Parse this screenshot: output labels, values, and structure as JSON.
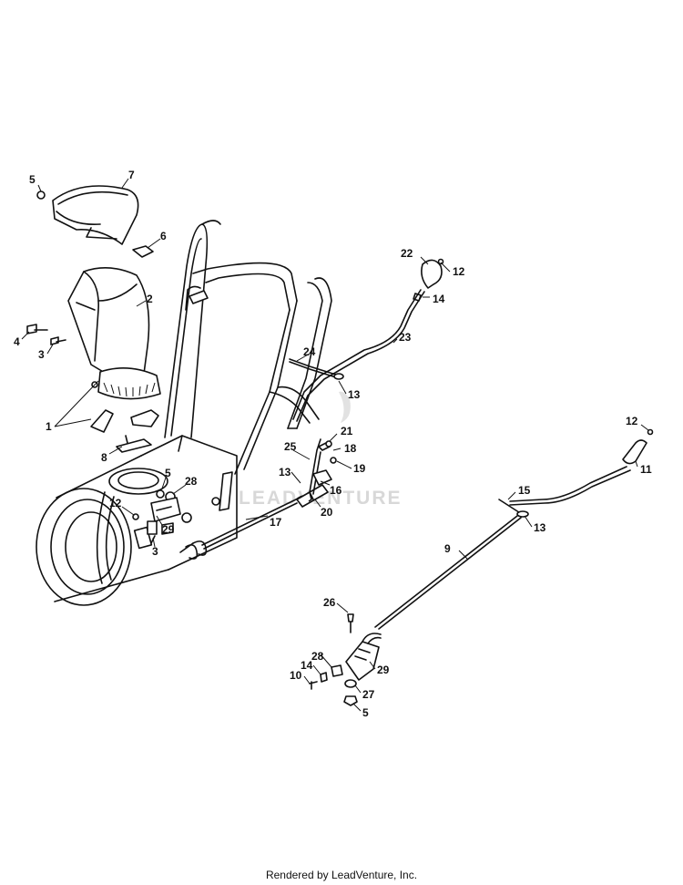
{
  "watermark": "LEADVENTURE",
  "footer": "Rendered by LeadVenture, Inc.",
  "callouts": {
    "c1": "1",
    "c2": "2",
    "c3a": "3",
    "c3b": "3",
    "c4": "4",
    "c5a": "5",
    "c5b": "5",
    "c5c": "5",
    "c6": "6",
    "c7": "7",
    "c8": "8",
    "c9": "9",
    "c10": "10",
    "c11": "11",
    "c12a": "12",
    "c12b": "12",
    "c12c": "12",
    "c13a": "13",
    "c13b": "13",
    "c13c": "13",
    "c14a": "14",
    "c14b": "14",
    "c15": "15",
    "c16": "16",
    "c17": "17",
    "c18": "18",
    "c19": "19",
    "c20": "20",
    "c21": "21",
    "c22": "22",
    "c23": "23",
    "c24": "24",
    "c25": "25",
    "c26": "26",
    "c27": "27",
    "c28a": "28",
    "c28b": "28",
    "c29a": "29",
    "c29b": "29"
  }
}
